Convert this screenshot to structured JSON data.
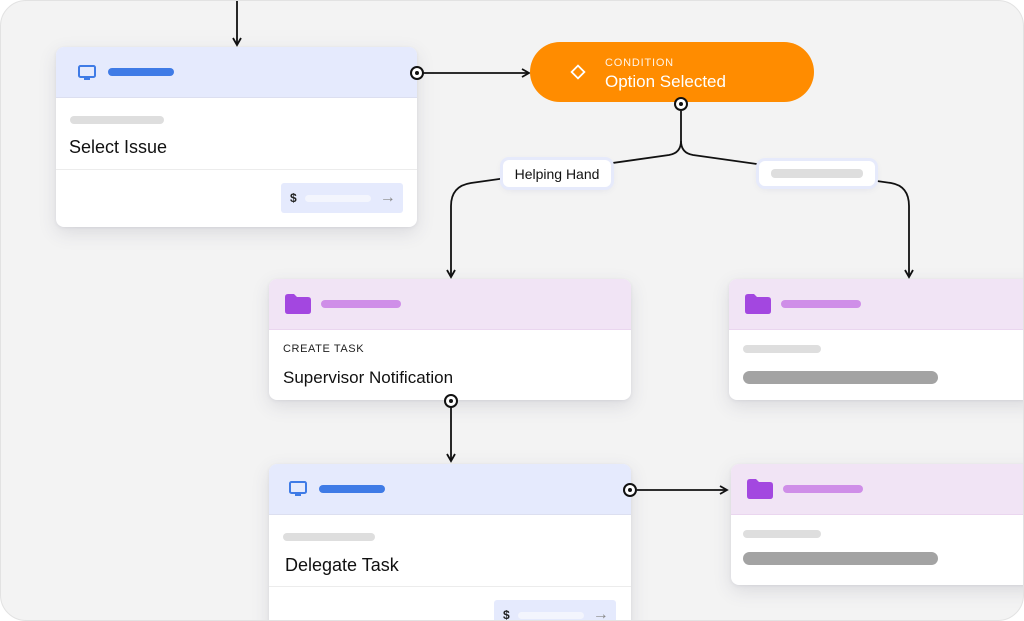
{
  "condition": {
    "kicker": "CONDITION",
    "title": "Option Selected",
    "icon": "diamond-icon"
  },
  "branches": {
    "left_label": "Helping Hand",
    "right_label": ""
  },
  "cards": {
    "select_issue": {
      "icon": "monitor-icon",
      "title": "Select Issue",
      "currency": "$",
      "action_icon": "arrow-right-icon"
    },
    "supervisor": {
      "icon": "folder-icon",
      "kicker": "CREATE TASK",
      "title": "Supervisor Notification"
    },
    "delegate": {
      "icon": "monitor-icon",
      "title": "Delegate Task",
      "currency": "$",
      "action_icon": "arrow-right-icon"
    },
    "right_top": {
      "icon": "folder-icon"
    },
    "right_bottom": {
      "icon": "folder-icon"
    }
  },
  "colors": {
    "condition": "#ff8c00",
    "screen_header": "#e5eafd",
    "task_header": "#f1e4f5",
    "screen_accent": "#3f7be6",
    "task_accent": "#a347e0"
  }
}
